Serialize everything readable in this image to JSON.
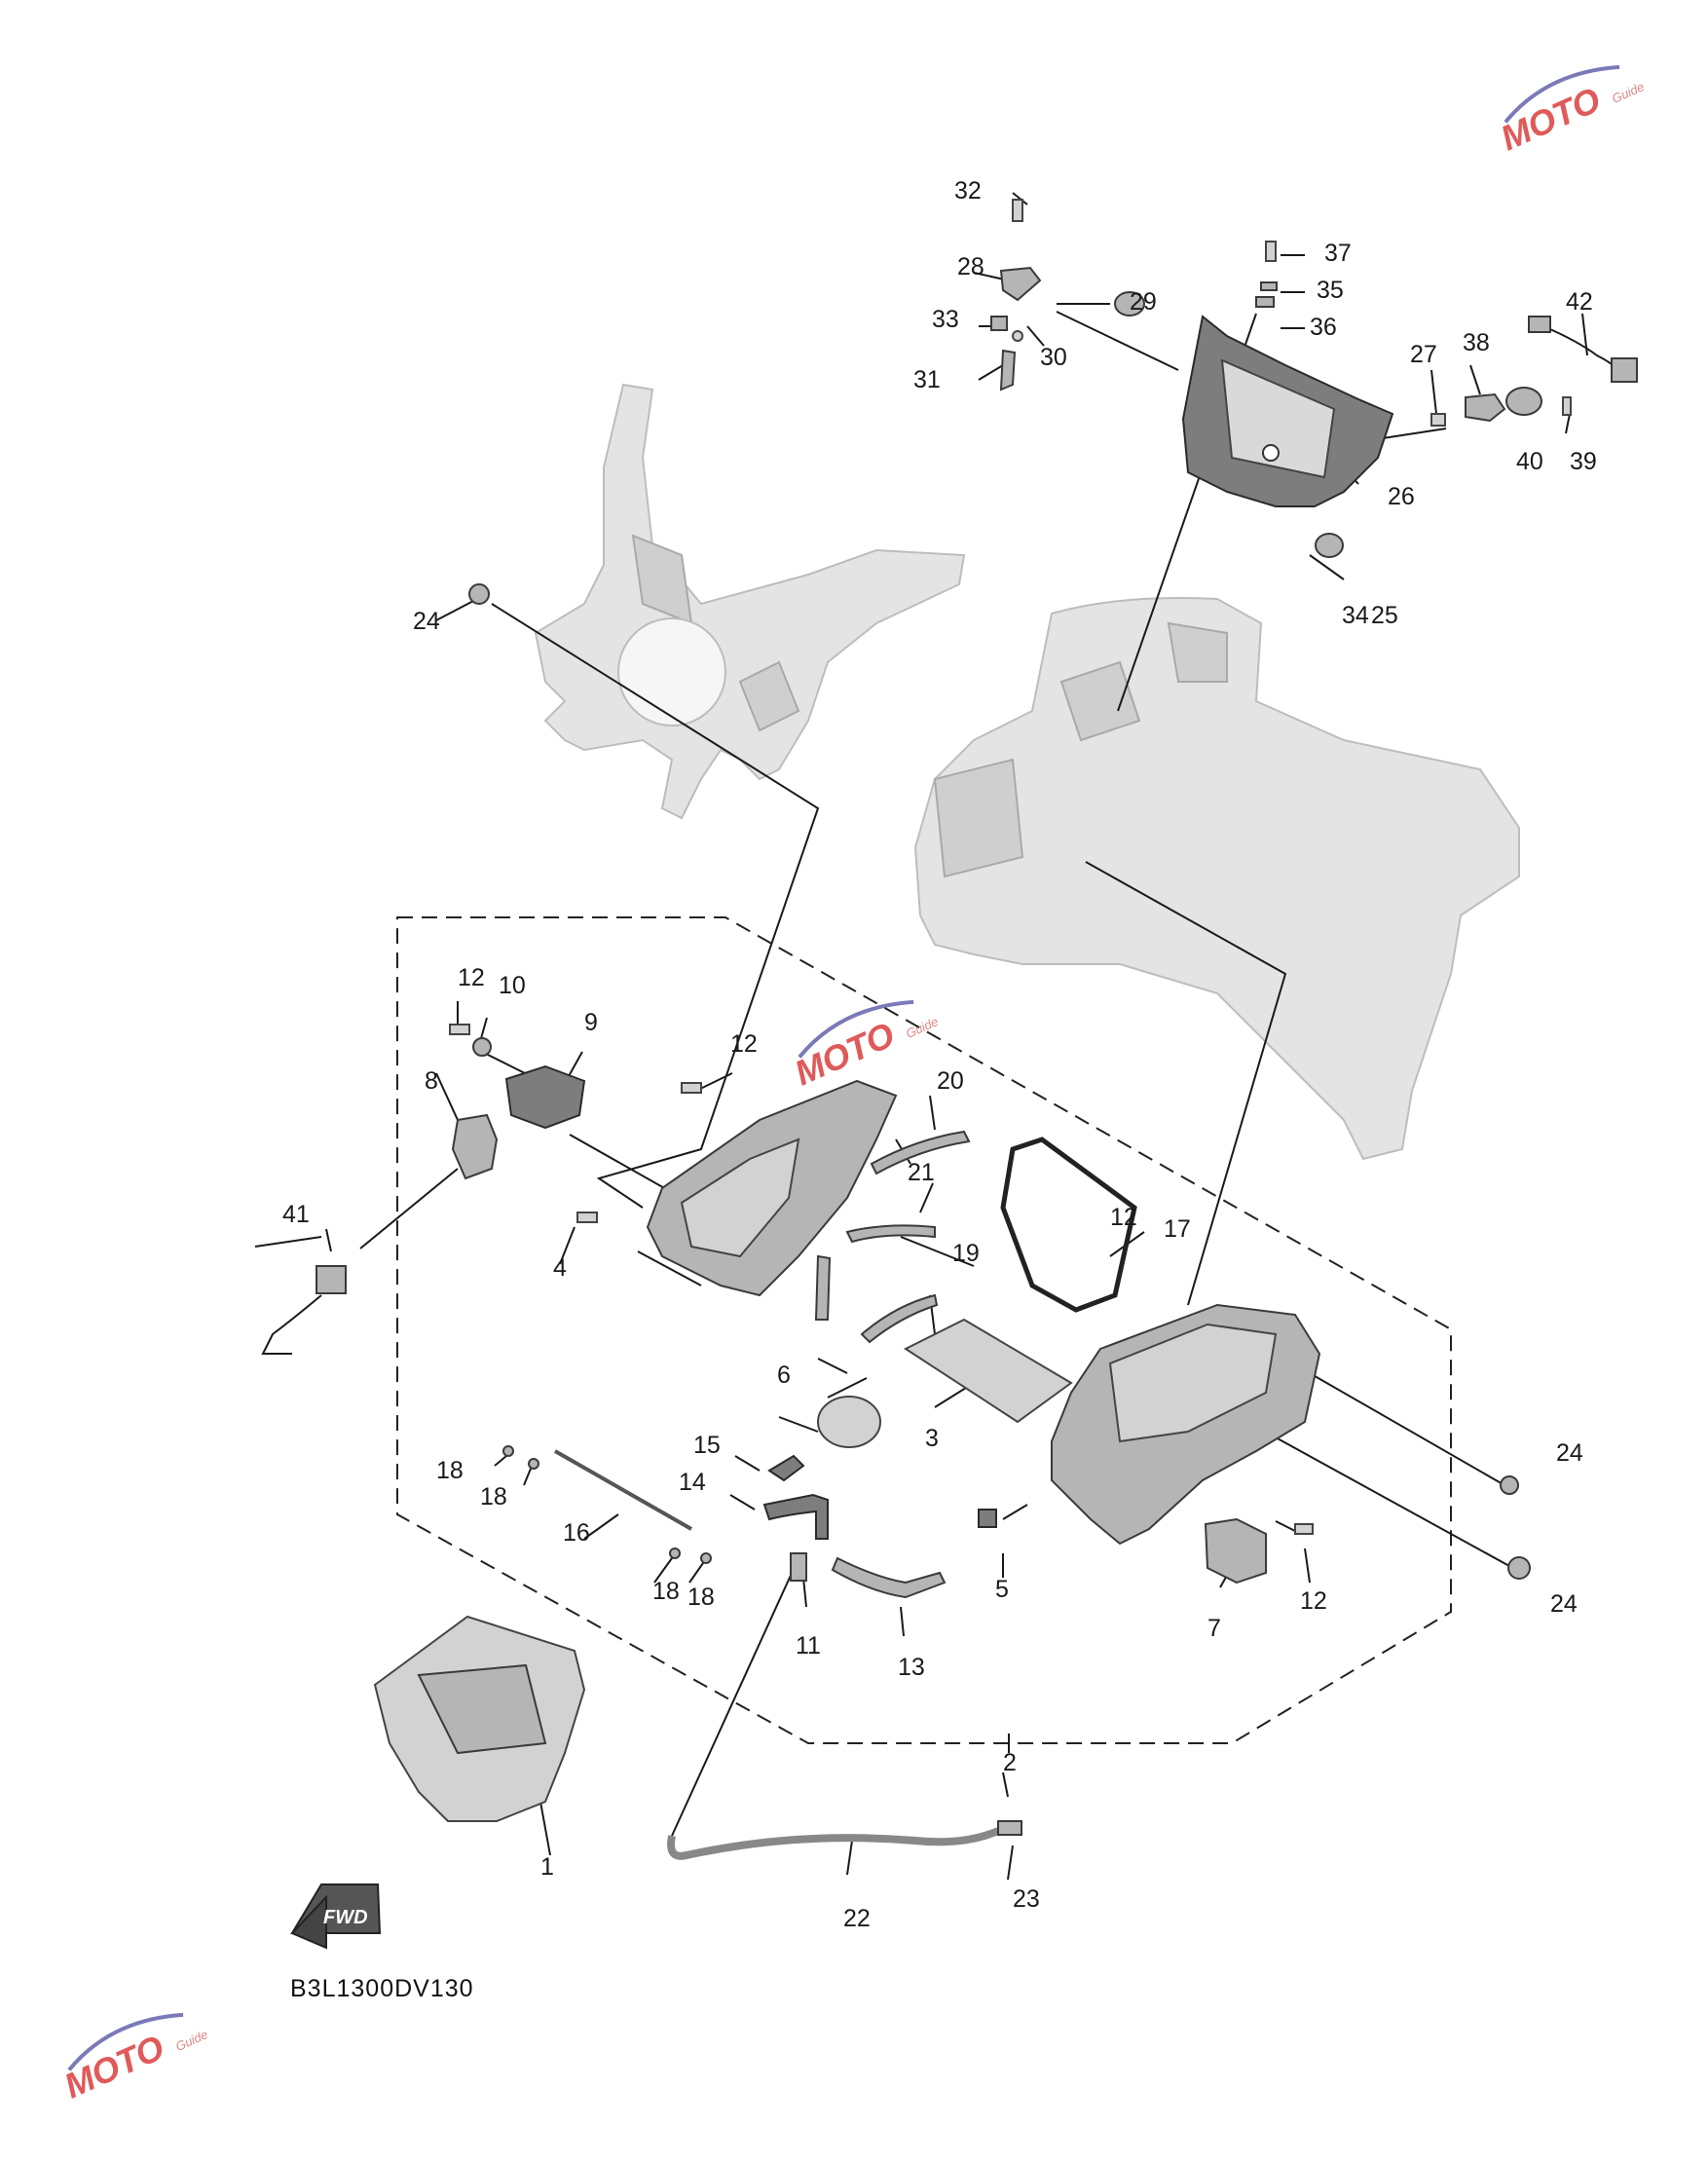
{
  "diagram": {
    "code": "B3L1300DV130",
    "fwd_label": "FWD",
    "labels": [
      "1",
      "2",
      "3",
      "4",
      "5",
      "6",
      "7",
      "8",
      "9",
      "10",
      "11",
      "12",
      "12",
      "12",
      "12",
      "13",
      "14",
      "15",
      "16",
      "17",
      "18",
      "18",
      "18",
      "18",
      "19",
      "20",
      "21",
      "22",
      "23",
      "24",
      "24",
      "24",
      "25",
      "26",
      "27",
      "28",
      "29",
      "30",
      "31",
      "32",
      "33",
      "34",
      "35",
      "36",
      "37",
      "38",
      "39",
      "40",
      "41",
      "42"
    ]
  },
  "watermark": {
    "logo_text": "MOTO",
    "sub_text": "Guide",
    "color": "#e05a5a"
  },
  "colors": {
    "line": "#1a1a1a",
    "ghost_part": "#e4e4e4",
    "part": "#b5b5b5"
  }
}
